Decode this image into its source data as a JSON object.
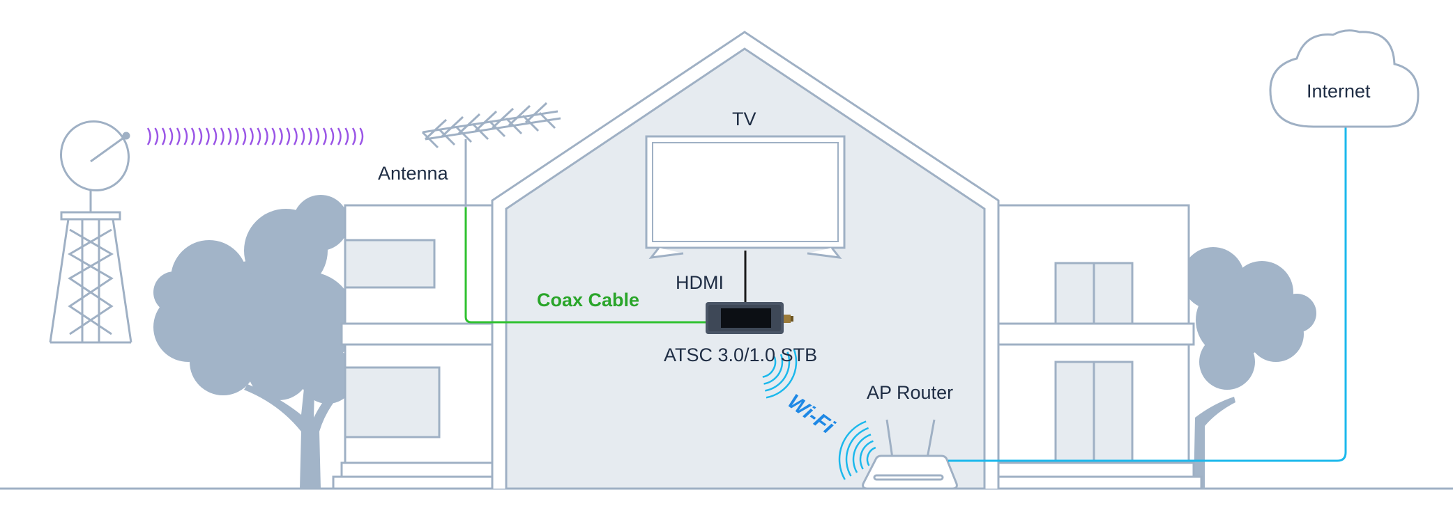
{
  "labels": {
    "tv": "TV",
    "antenna": "Antenna",
    "hdmi": "HDMI",
    "coax": "Coax Cable",
    "stb": "ATSC 3.0/1.0 STB",
    "wifi": "Wi-Fi",
    "router": "AP Router",
    "internet": "Internet"
  },
  "colors": {
    "outline": "#9fb0c4",
    "house_fill": "#e6ebf0",
    "tree": "#a2b4c8",
    "coax": "#2fc12f",
    "ethernet": "#1bb8ec",
    "signal": "#9a55e6",
    "wifi": "#1bb8ec",
    "text": "#1f2d44"
  }
}
